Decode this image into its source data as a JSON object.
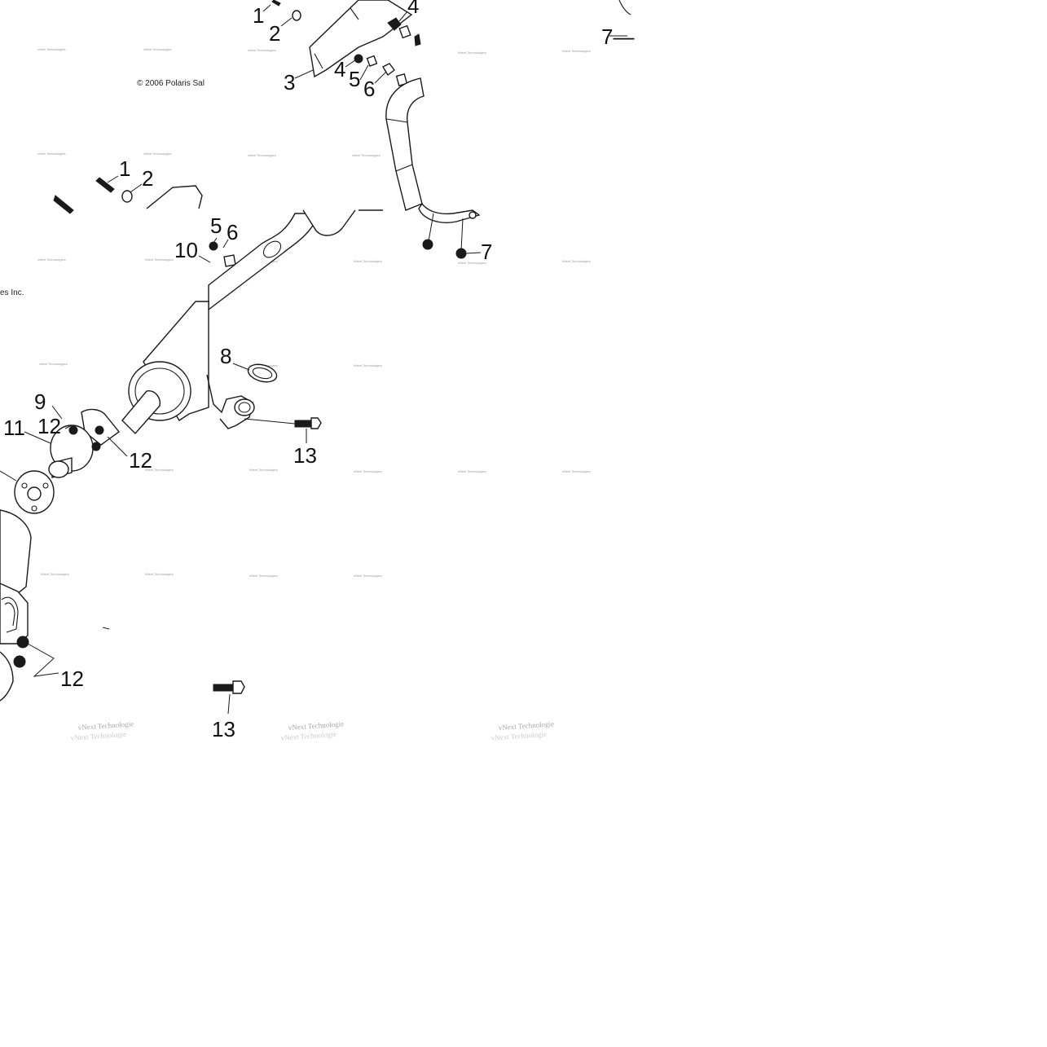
{
  "copyright_text": "© 2006 Polaris Sal",
  "copyright_tail": "es Inc.",
  "watermark_text": "vNext Technologies",
  "watermark_large_text": "vNext Technologie",
  "callouts": [
    "1",
    "2",
    "3",
    "4",
    "5",
    "6",
    "7",
    "7—",
    "8",
    "9",
    "10",
    "11",
    "12",
    "13"
  ]
}
